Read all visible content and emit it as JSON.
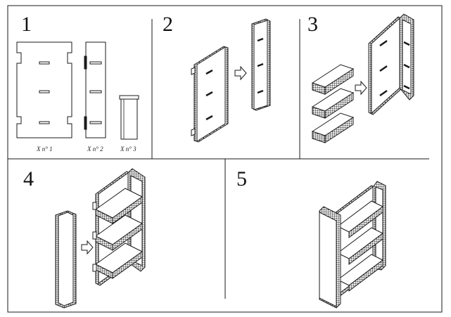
{
  "steps": [
    {
      "number": "1"
    },
    {
      "number": "2"
    },
    {
      "number": "3"
    },
    {
      "number": "4"
    },
    {
      "number": "5"
    }
  ],
  "parts": [
    {
      "label": "X n° 1"
    },
    {
      "label": "X n° 2"
    },
    {
      "label": "X n° 3"
    }
  ],
  "colors": {
    "line": "#1a1a1a",
    "edge_hatch": "#555555",
    "background": "#ffffff"
  }
}
